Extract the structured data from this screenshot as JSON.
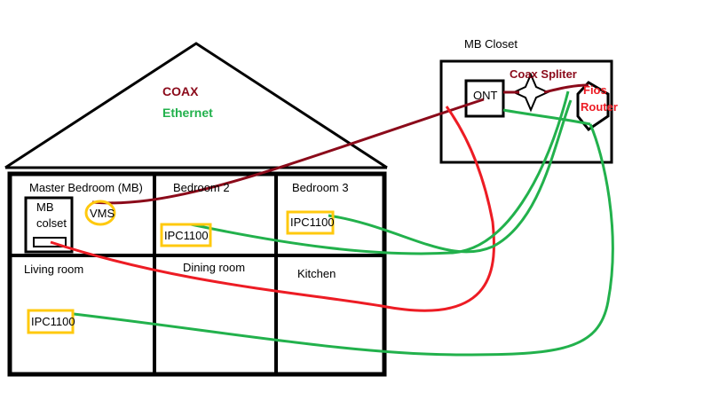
{
  "legend": {
    "coax": "COAX",
    "ethernet": "Ethernet"
  },
  "closet": {
    "title": "MB Closet",
    "ont": "ONT",
    "splitter": "Coax Spliter",
    "router_line1": "Fios",
    "router_line2": "Router"
  },
  "rooms": {
    "master_bedroom": "Master Bedroom (MB)",
    "mb_closet_line1": "MB",
    "mb_closet_line2": "colset",
    "vms": "VMS",
    "bedroom2": "Bedroom 2",
    "bedroom3": "Bedroom 3",
    "living_room": "Living room",
    "dining_room": "Dining room",
    "kitchen": "Kitchen"
  },
  "devices": {
    "ipc_bedroom2": "IPC1100",
    "ipc_bedroom3": "IPC1100",
    "ipc_living": "IPC1100"
  },
  "colors": {
    "coax": "#8b0a1a",
    "ethernet": "#22b14c",
    "power_red": "#ed1c24",
    "device_outline": "#ffc90e",
    "structure": "#000000"
  }
}
